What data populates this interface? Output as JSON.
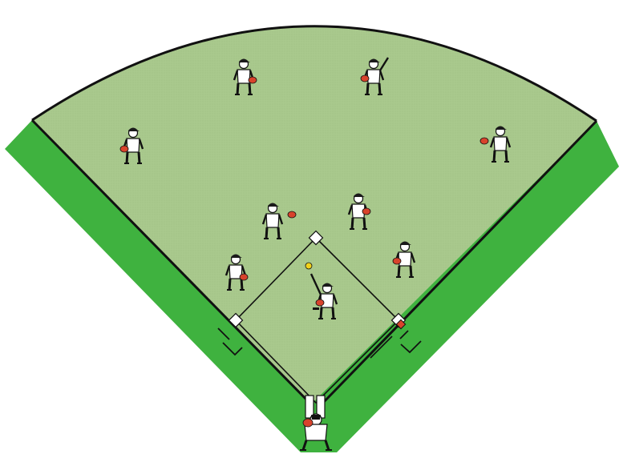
{
  "field": {
    "colors": {
      "foul_territory": "#3fb23f",
      "outfield_grass": "#a9c98d",
      "line": "#111111",
      "base": "#ffffff",
      "uniform": "#ffffff",
      "cap": "#1a1a1a",
      "glove": "#d8432c",
      "ball": "#f2d21b"
    },
    "bases": [
      "home-plate",
      "first-base",
      "second-base",
      "third-base"
    ],
    "players": [
      {
        "id": "left-outfielder",
        "role": "fielder"
      },
      {
        "id": "left-center-outfielder",
        "role": "fielder"
      },
      {
        "id": "right-center-outfielder",
        "role": "fielder"
      },
      {
        "id": "right-outfielder",
        "role": "fielder"
      },
      {
        "id": "third-baseman",
        "role": "fielder"
      },
      {
        "id": "shortstop",
        "role": "fielder"
      },
      {
        "id": "second-baseman",
        "role": "fielder"
      },
      {
        "id": "first-baseman",
        "role": "fielder"
      },
      {
        "id": "pitcher",
        "role": "pitcher"
      },
      {
        "id": "catcher",
        "role": "catcher"
      }
    ]
  }
}
